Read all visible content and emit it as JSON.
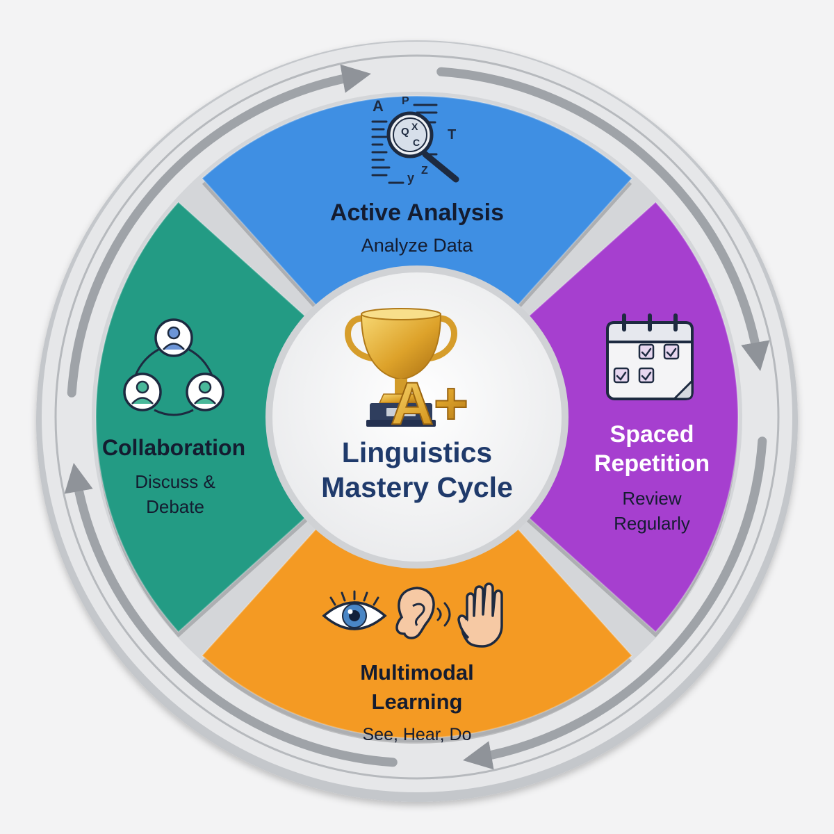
{
  "center": {
    "title_line1": "Linguistics",
    "title_line2": "Mastery Cycle",
    "badge": "A+"
  },
  "segments": {
    "analysis": {
      "title": "Active Analysis",
      "subtitle": "Analyze Data",
      "icon": "magnifier-letters-icon",
      "color": "#3f8fe3",
      "letters": [
        "A",
        "P",
        "Q",
        "X",
        "C",
        "T",
        "y",
        "Z"
      ]
    },
    "repetition": {
      "title_line1": "Spaced",
      "title_line2": "Repetition",
      "subtitle_line1": "Review",
      "subtitle_line2": "Regularly",
      "icon": "calendar-icon",
      "color": "#a63fcf"
    },
    "multimodal": {
      "title_line1": "Multimodal",
      "title_line2": "Learning",
      "subtitle": "See, Hear, Do",
      "icons": [
        "eye-icon",
        "ear-icon",
        "hand-icon"
      ],
      "color": "#f49a23"
    },
    "collaboration": {
      "title": "Collaboration",
      "subtitle_line1": "Discuss &",
      "subtitle_line2": "Debate",
      "icon": "people-network-icon",
      "color": "#239b84"
    }
  },
  "colors": {
    "title_dark": "#141c30",
    "title_white": "#ffffff",
    "center_title": "#1f3a6b",
    "ring": "#9a9ea4",
    "gold": "#e0aa2e"
  }
}
